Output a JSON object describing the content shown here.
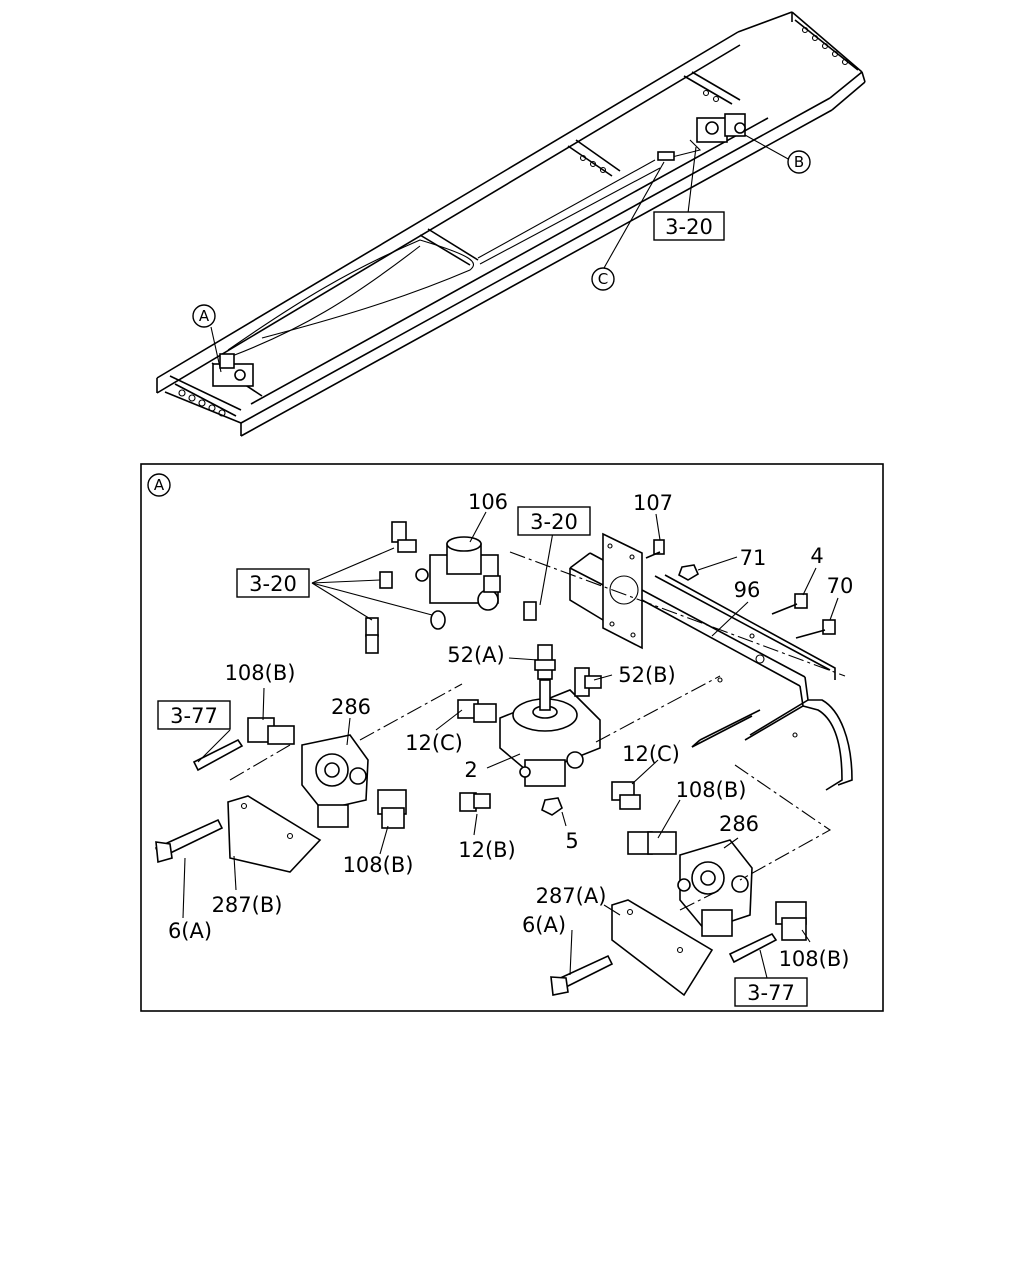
{
  "overview": {
    "callouts": {
      "a": "A",
      "b": "B",
      "c": "C"
    },
    "refs": {
      "r320": "3-20"
    }
  },
  "detail": {
    "corner": "A",
    "refs": {
      "r320_top": "3-20",
      "r320_left": "3-20",
      "r377_left": "3-77",
      "r377_right": "3-77"
    },
    "labels": {
      "p106": "106",
      "p107": "107",
      "p71": "71",
      "p4": "4",
      "p70": "70",
      "p96": "96",
      "p52a": "52(A)",
      "p52b": "52(B)",
      "p108b_top_left": "108(B)",
      "p286_left": "286",
      "p12c_left": "12(C)",
      "p12c_right": "12(C)",
      "p2": "2",
      "p108b_mid_left": "108(B)",
      "p12b": "12(B)",
      "p5": "5",
      "p108b_top_right": "108(B)",
      "p286_right": "286",
      "p287b": "287(B)",
      "p6a_left": "6(A)",
      "p287a": "287(A)",
      "p6a_right": "6(A)",
      "p108b_bot_right": "108(B)"
    }
  }
}
